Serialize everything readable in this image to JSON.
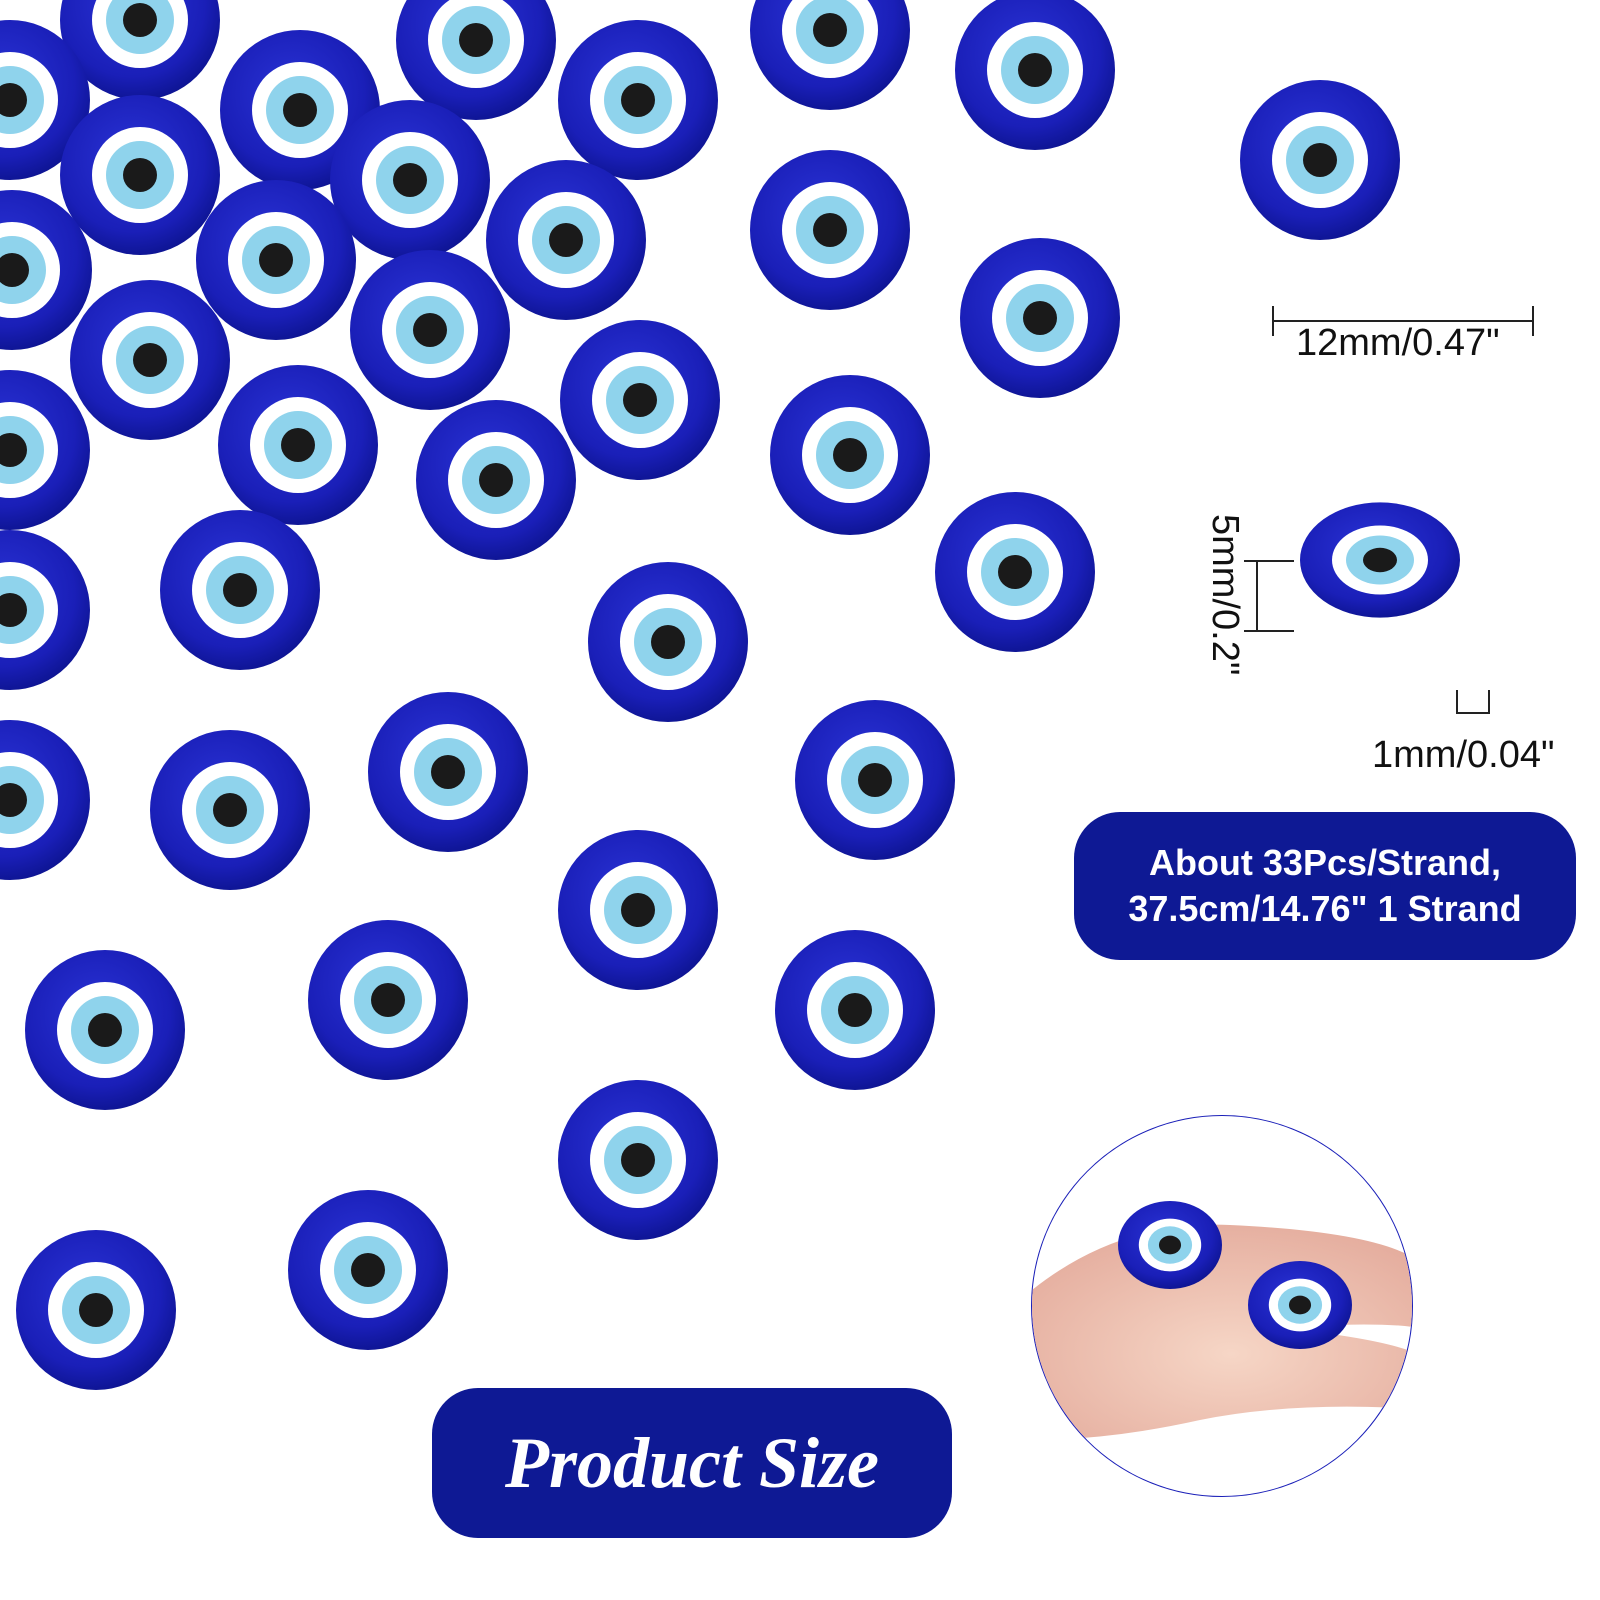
{
  "product": {
    "size_banner": "Product Size",
    "strand_info_line1": "About 33Pcs/Strand,",
    "strand_info_line2": "37.5cm/14.76\" 1 Strand"
  },
  "dimensions": {
    "diameter": "12mm/0.47\"",
    "thickness": "5mm/0.2\"",
    "hole": "1mm/0.04\""
  },
  "colors": {
    "bead_blue": "#1a1fb8",
    "bead_dark": "#0b128a",
    "ring_white": "#ffffff",
    "ring_light_blue": "#8fd3ec",
    "pupil": "#1a1a1a",
    "pill_bg": "#0e1994"
  }
}
